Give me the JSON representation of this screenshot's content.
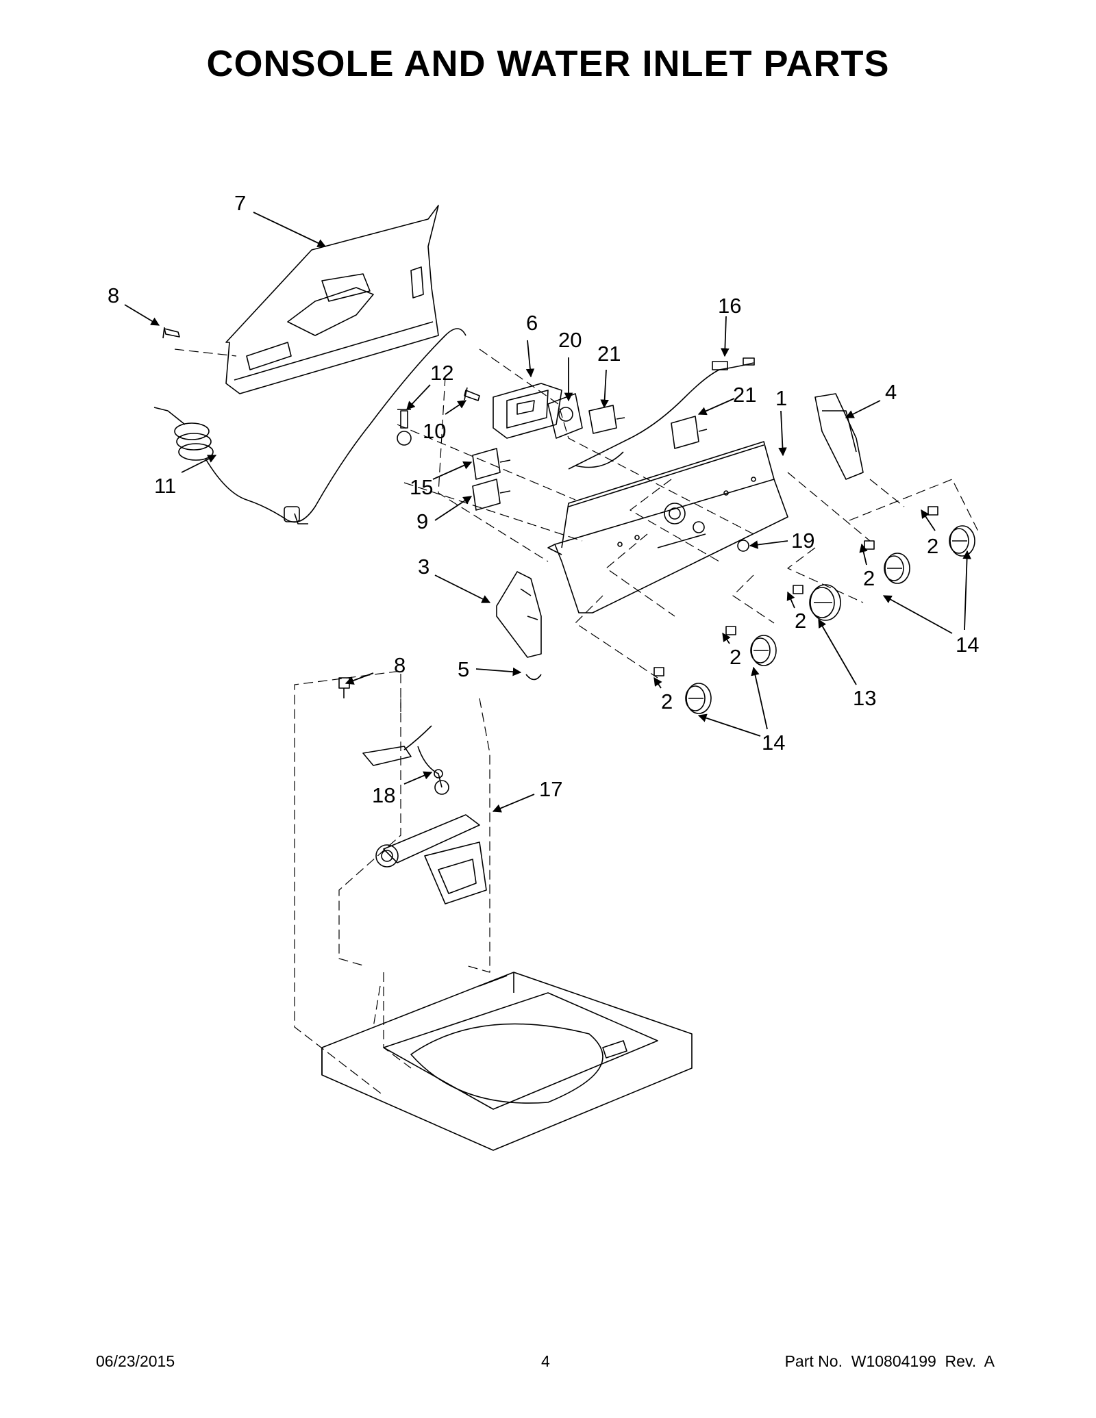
{
  "title": "CONSOLE AND WATER INLET PARTS",
  "footer": {
    "date": "06/23/2015",
    "page": "4",
    "part_number": "Part No.  W10804199  Rev.  A"
  },
  "callouts": [
    {
      "id": "c7",
      "label": "7"
    },
    {
      "id": "c8a",
      "label": "8"
    },
    {
      "id": "c6",
      "label": "6"
    },
    {
      "id": "c16",
      "label": "16"
    },
    {
      "id": "c20",
      "label": "20"
    },
    {
      "id": "c21a",
      "label": "21"
    },
    {
      "id": "c12",
      "label": "12"
    },
    {
      "id": "c21b",
      "label": "21"
    },
    {
      "id": "c1",
      "label": "1"
    },
    {
      "id": "c4",
      "label": "4"
    },
    {
      "id": "c10",
      "label": "10"
    },
    {
      "id": "c11",
      "label": "11"
    },
    {
      "id": "c15",
      "label": "15"
    },
    {
      "id": "c9",
      "label": "9"
    },
    {
      "id": "c19",
      "label": "19"
    },
    {
      "id": "c2a",
      "label": "2"
    },
    {
      "id": "c3",
      "label": "3"
    },
    {
      "id": "c2b",
      "label": "2"
    },
    {
      "id": "c2c",
      "label": "2"
    },
    {
      "id": "c14a",
      "label": "14"
    },
    {
      "id": "c2d",
      "label": "2"
    },
    {
      "id": "c8b",
      "label": "8"
    },
    {
      "id": "c5",
      "label": "5"
    },
    {
      "id": "c13",
      "label": "13"
    },
    {
      "id": "c2e",
      "label": "2"
    },
    {
      "id": "c14b",
      "label": "14"
    },
    {
      "id": "c17",
      "label": "17"
    },
    {
      "id": "c18",
      "label": "18"
    }
  ]
}
